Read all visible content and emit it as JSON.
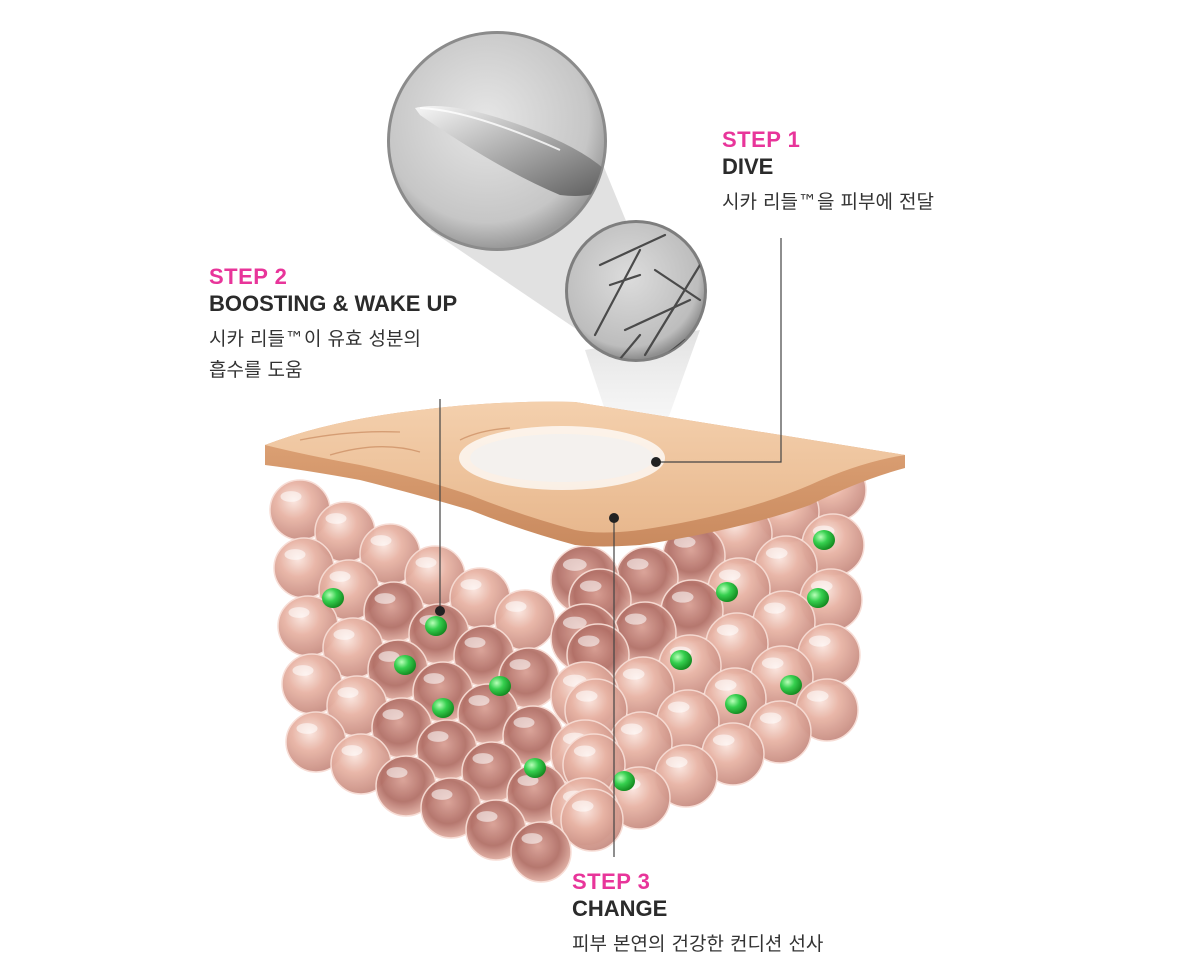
{
  "colors": {
    "accent": "#e8359a",
    "text": "#2b2b2b",
    "skin": "#efc39a",
    "cell": "#e9b7a6",
    "cell_core": "#b9786f",
    "capsule": "#2fc44a"
  },
  "steps": [
    {
      "number": "STEP 1",
      "title": "DIVE",
      "desc": "시카 리들™을 피부에 전달"
    },
    {
      "number": "STEP 2",
      "title": "BOOSTING & WAKE UP",
      "desc": "시카 리들™이 유효 성분의\n흡수를 도움"
    },
    {
      "number": "STEP 3",
      "title": "CHANGE",
      "desc": "피부 본연의 건강한 컨디션 선사"
    }
  ]
}
